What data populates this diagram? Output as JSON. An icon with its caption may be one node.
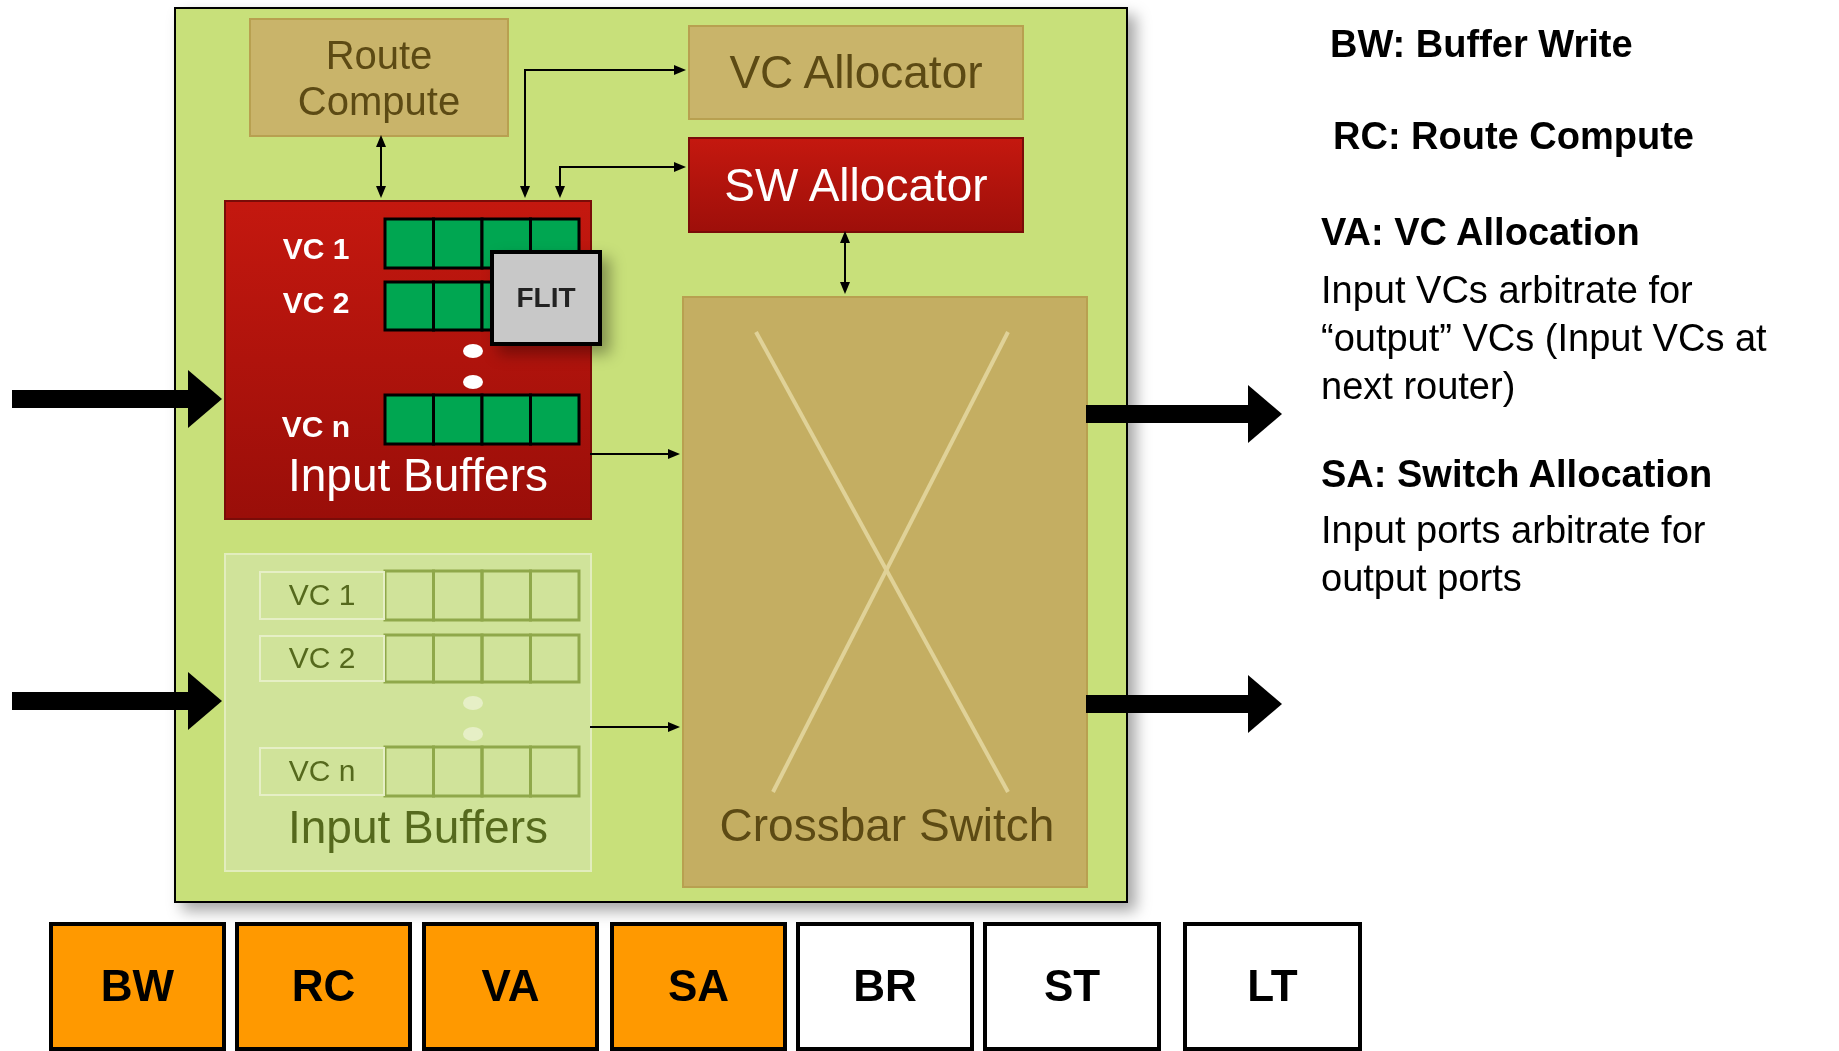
{
  "diagram": {
    "nodes": [
      {
        "text": [],
        "shape": "box"
      },
      {
        "text": [
          "Route Compute"
        ],
        "in": 0
      },
      {
        "text": [
          "VC Allocator"
        ],
        "in": 0
      },
      {
        "text": [
          "SW Allocator"
        ],
        "in": 0
      },
      {
        "text": [
          "Input Buffers"
        ],
        "in": 0
      },
      {
        "text": [
          "VC 1"
        ],
        "in": 4
      },
      {
        "text": [
          "VC 2"
        ],
        "in": 4
      },
      {
        "text": [
          "FLIT"
        ],
        "in": 4
      },
      {
        "text": [
          "VC n"
        ],
        "in": 4
      },
      {
        "text": [
          "Input Buffers"
        ],
        "in": 0
      },
      {
        "text": [
          "VC 1"
        ],
        "in": 9
      },
      {
        "text": [
          "VC 2"
        ],
        "in": 9
      },
      {
        "text": [
          "VC n"
        ],
        "in": 9
      },
      {
        "text": [
          "Crossbar Switch"
        ],
        "in": 0
      },
      {
        "text": [
          "BW"
        ]
      },
      {
        "text": [
          "RC"
        ]
      },
      {
        "text": [
          "VA"
        ]
      },
      {
        "text": [
          "SA"
        ]
      },
      {
        "text": [
          "BR"
        ]
      },
      {
        "text": [
          "ST"
        ]
      },
      {
        "text": [
          "LT"
        ]
      }
    ],
    "edges": [
      {
        "from": null,
        "to": 4,
        "arrow": "to",
        "style": "thick"
      },
      {
        "from": null,
        "to": 9,
        "arrow": "to",
        "style": "thick"
      },
      {
        "from": 1,
        "to": 4,
        "arrow": "both"
      },
      {
        "from": 4,
        "to": 2,
        "arrow": "both"
      },
      {
        "from": 4,
        "to": 3,
        "arrow": "both"
      },
      {
        "from": 3,
        "to": 13,
        "arrow": "both"
      },
      {
        "from": 4,
        "to": 13,
        "arrow": "to"
      },
      {
        "from": 9,
        "to": 13,
        "arrow": "to"
      },
      {
        "from": 13,
        "to": null,
        "arrow": "to",
        "style": "thick"
      },
      {
        "from": 13,
        "to": null,
        "arrow": "to",
        "style": "thick"
      }
    ],
    "labels": [
      "BW: Buffer Write",
      "RC: Route Compute",
      "VA: VC Allocation",
      "Input VCs arbitrate for “output” VCs (Input VCs at next router)",
      "SA: Switch Allocation",
      "Input ports arbitrate for output ports"
    ]
  }
}
